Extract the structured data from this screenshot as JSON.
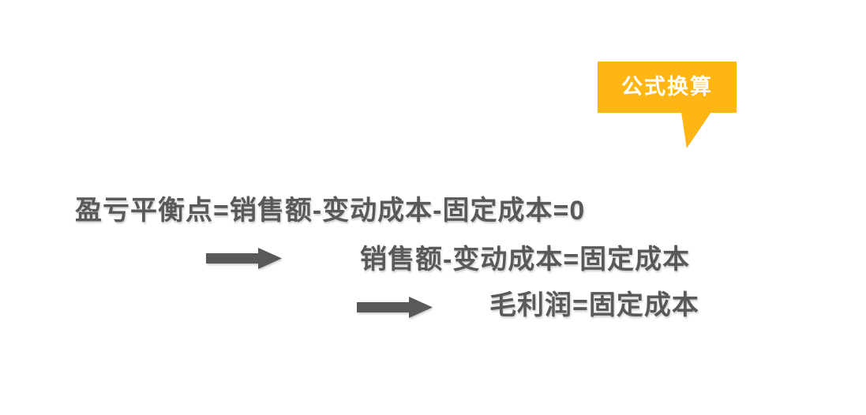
{
  "slide": {
    "background": "#FFFFFF"
  },
  "callout": {
    "label": "公式换算"
  },
  "formulas": {
    "breakeven": "盈亏平衡点=销售额-变动成本-固定成本=0",
    "step2": "销售额-变动成本=固定成本",
    "step3": "毛利润=固定成本"
  },
  "icons": {
    "derive_arrow": "right-block-arrow"
  },
  "colors": {
    "accent_orange": "#FFB614",
    "text_gray": "#595959",
    "callout_text": "#FFFFFF"
  }
}
